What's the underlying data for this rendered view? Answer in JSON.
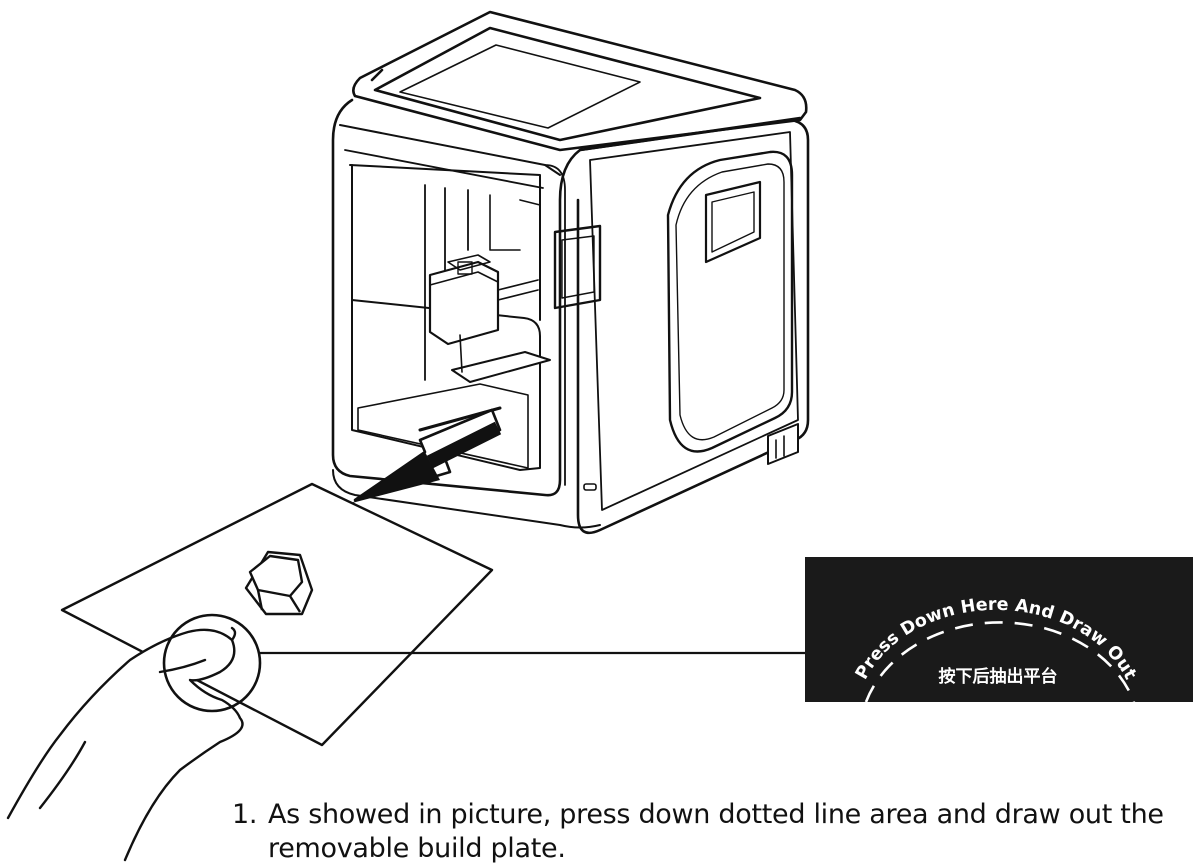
{
  "callout": {
    "arc_text": "Press Down Here And Draw Out",
    "cn_text": "按下后抽出平台"
  },
  "instruction": {
    "number": "1.",
    "line1": "As showed in picture, press down dotted line area and draw out the",
    "line2": "removable build plate."
  },
  "colors": {
    "ink": "#111111",
    "callout_bg": "#1a1a1a",
    "callout_text": "#ffffff"
  }
}
